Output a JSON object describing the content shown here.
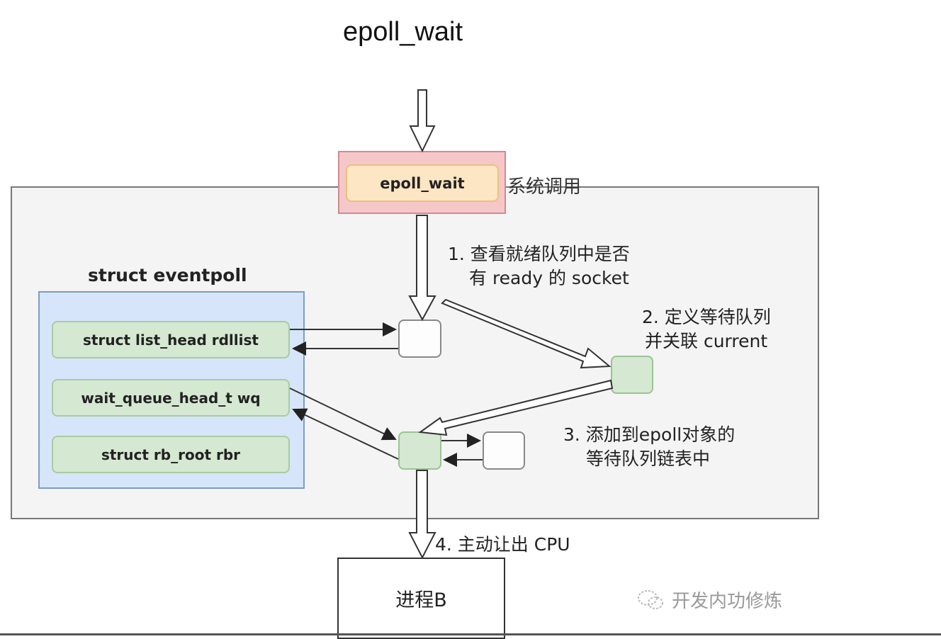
{
  "title": "epoll_wait",
  "syscall": {
    "box_label": "epoll_wait",
    "side_label": "系统调用"
  },
  "eventpoll": {
    "label": "struct eventpoll",
    "fields": [
      "struct list_head rdllist",
      "wait_queue_head_t wq",
      "struct rb_root rbr"
    ]
  },
  "steps": {
    "step1": [
      "1. 查看就绪队列中是否",
      "有 ready 的 socket"
    ],
    "step2": [
      "2. 定义等待队列",
      "并关联 current"
    ],
    "step3": [
      "3. 添加到epoll对象的",
      "等待队列链表中"
    ],
    "step4": "4. 主动让出 CPU"
  },
  "process": {
    "label": "进程B"
  },
  "watermark": {
    "icon": "wechat-icon",
    "text": "开发内功修炼"
  },
  "colors": {
    "syscall_outer": "#f5c7c9",
    "syscall_inner": "#fde6c3",
    "eventpoll_bg": "#d6e5fa",
    "field_bg": "#d5e8d2",
    "kernel_bg": "#f4f4f4"
  }
}
